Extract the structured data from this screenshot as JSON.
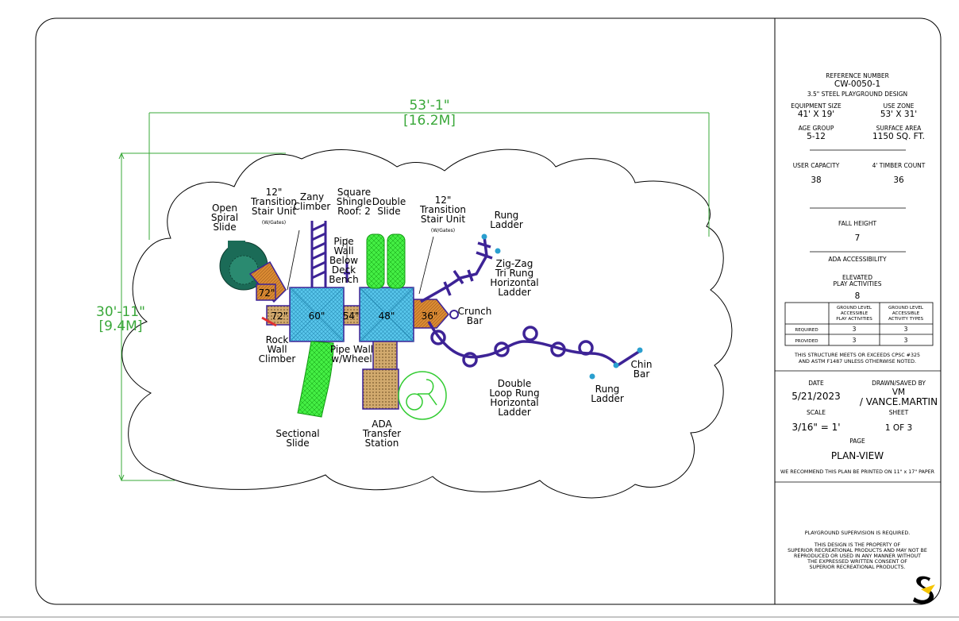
{
  "drawing": {
    "dimensions": {
      "width_ft": "53'-1\"",
      "width_m": "[16.2M]",
      "height_ft": "30'-11\"",
      "height_m": "[9.4M]"
    },
    "components": {
      "transition_left": [
        "12\"",
        "Transition",
        "Stair Unit",
        "(W/Gates)"
      ],
      "zany": [
        "Zany",
        "Climber"
      ],
      "roof": [
        "Square",
        "Shingle",
        "Roof: 2"
      ],
      "double_slide": [
        "Double",
        "Slide"
      ],
      "transition_right": [
        "12\"",
        "Transition",
        "Stair Unit",
        "(W/Gates)"
      ],
      "rung_ladder_top": [
        "Rung",
        "Ladder"
      ],
      "open_spiral": [
        "Open",
        "Spiral",
        "Slide"
      ],
      "pipe_wall_bench": [
        "Pipe",
        "Wall",
        "Below",
        "Deck",
        "Bench"
      ],
      "zigzag": [
        "Zig-Zag",
        "Tri Rung",
        "Horizontal",
        "Ladder"
      ],
      "crunch": [
        "Crunch",
        "Bar"
      ],
      "rock_wall": [
        "Rock",
        "Wall",
        "Climber"
      ],
      "pipe_wall_wheel": [
        "Pipe Wall",
        "w/Wheel"
      ],
      "chin_bar": [
        "Chin",
        "Bar"
      ],
      "double_loop": [
        "Double",
        "Loop Rung",
        "Horizontal",
        "Ladder"
      ],
      "rung_ladder_bottom": [
        "Rung",
        "Ladder"
      ],
      "sectional": [
        "Sectional",
        "Slide"
      ],
      "ada_transfer": [
        "ADA",
        "Transfer",
        "Station"
      ]
    },
    "deck_heights": [
      "72\"",
      "72\"",
      "60\"",
      "54\"",
      "48\"",
      "36\""
    ],
    "colors": {
      "purple": "#3d2396",
      "cyan": "#4fc3e8",
      "green": "#33e633",
      "tan": "#c9a36d",
      "teal": "#1a6b55",
      "orange": "#d8822b",
      "dimension": "#3aa83a"
    }
  },
  "title_block": {
    "ref_label": "REFERENCE NUMBER",
    "ref_number": "CW-0050-1",
    "design": "3.5\" STEEL PLAYGROUND DESIGN",
    "equipment_size_label": "EQUIPMENT SIZE",
    "equipment_size": "41' X 19'",
    "use_zone_label": "USE ZONE",
    "use_zone": "53' X 31'",
    "age_group_label": "AGE GROUP",
    "age_group": "5-12",
    "surface_area_label": "SURFACE AREA",
    "surface_area": "1150 SQ. FT.",
    "user_capacity_label": "USER CAPACITY",
    "user_capacity": "38",
    "timber_label": "4' TIMBER COUNT",
    "timber": "36",
    "fall_height_label": "FALL HEIGHT",
    "fall_height": "7",
    "ada_label": "ADA ACCESSIBILITY",
    "elevated_label_1": "ELEVATED",
    "elevated_label_2": "PLAY ACTIVITIES",
    "elevated": "8",
    "table": {
      "col1": [
        "GROUND LEVEL",
        "ACCESSIBLE",
        "PLAY ACTIVITIES"
      ],
      "col2": [
        "GROUND LEVEL",
        "ACCESSIBLE",
        "ACTIVITY TYPES"
      ],
      "rows": [
        {
          "label": "REQUIRED",
          "v1": "3",
          "v2": "3"
        },
        {
          "label": "PROVIDED",
          "v1": "3",
          "v2": "3"
        }
      ]
    },
    "compliance_1": "THIS STRUCTURE MEETS OR EXCEEDS CPSC #325",
    "compliance_2": "AND ASTM F1487 UNLESS OTHERWISE NOTED.",
    "date_label": "DATE",
    "date": "5/21/2023",
    "drawn_label": "DRAWN/SAVED BY",
    "drawn_1": "VM",
    "drawn_2": "/ VANCE.MARTIN",
    "scale_label": "SCALE",
    "scale": "3/16\" = 1'",
    "sheet_label": "SHEET",
    "sheet": "1 OF 3",
    "page_label": "PAGE",
    "page": "PLAN-VIEW",
    "recommend": "WE RECOMMEND THIS PLAN BE PRINTED ON 11\" x 17\" PAPER",
    "supervision": "PLAYGROUND SUPERVISION IS REQUIRED.",
    "property": [
      "THIS DESIGN IS THE PROPERTY OF",
      "SUPERIOR RECREATIONAL PRODUCTS AND MAY NOT BE",
      "REPRODUCED OR USED IN ANY MANNER WITHOUT",
      "THE EXPRESSED WRITTEN CONSENT OF",
      "SUPERIOR RECREATIONAL PRODUCTS."
    ],
    "logo_icon": "superior-s-logo"
  }
}
